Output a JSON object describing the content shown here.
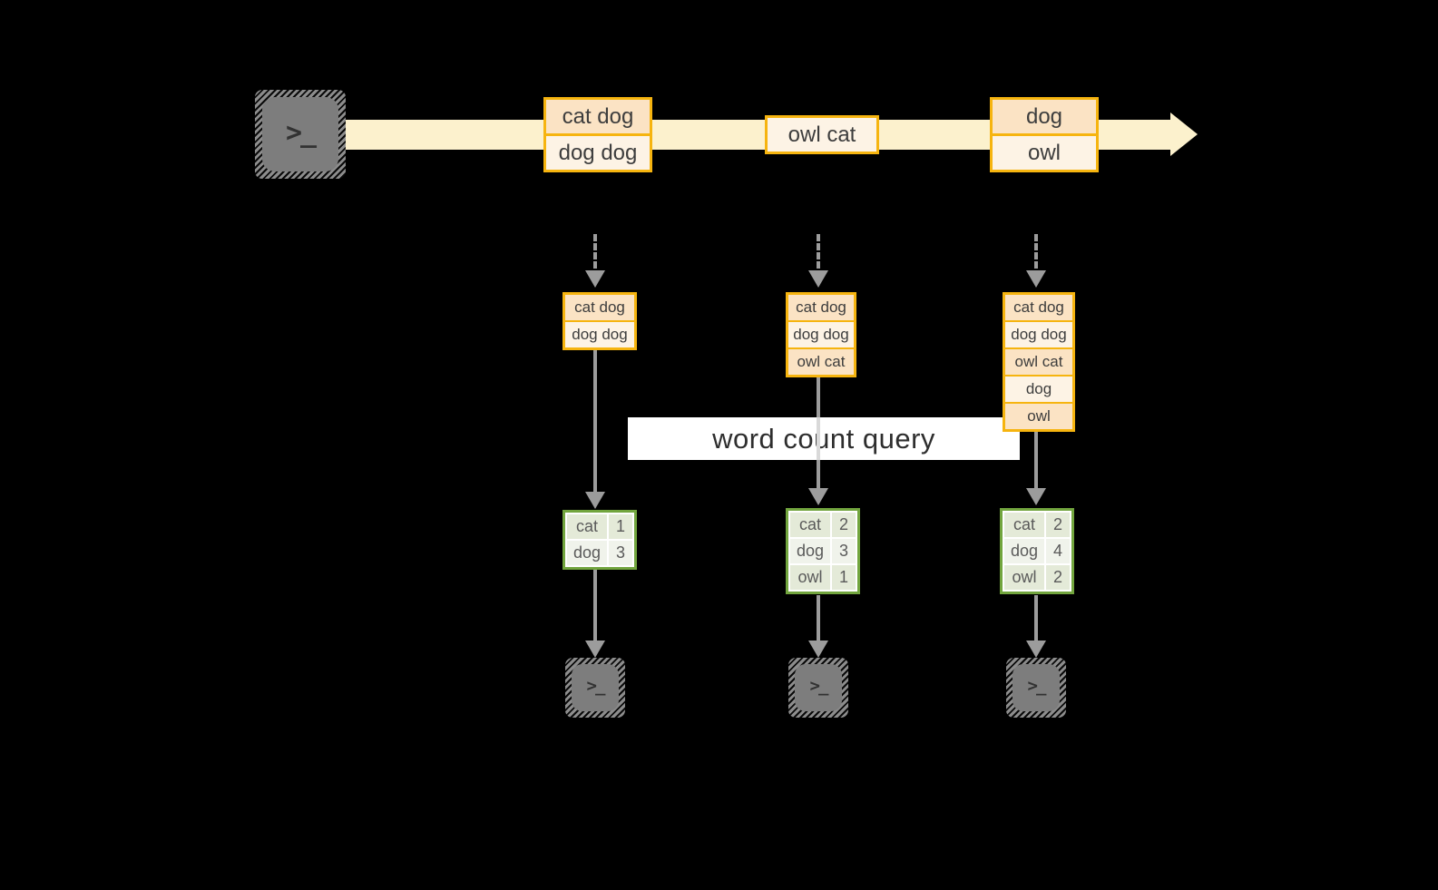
{
  "query_label": "word count query",
  "terminal_glyph": ">_",
  "stream_batches": [
    [
      "cat dog",
      "dog dog"
    ],
    [
      "owl cat"
    ],
    [
      "dog",
      "owl"
    ]
  ],
  "columns": [
    {
      "inputs": [
        "cat dog",
        "dog dog"
      ],
      "counts": [
        {
          "word": "cat",
          "n": "1"
        },
        {
          "word": "dog",
          "n": "3"
        }
      ]
    },
    {
      "inputs": [
        "cat dog",
        "dog dog",
        "owl cat"
      ],
      "counts": [
        {
          "word": "cat",
          "n": "2"
        },
        {
          "word": "dog",
          "n": "3"
        },
        {
          "word": "owl",
          "n": "1"
        }
      ]
    },
    {
      "inputs": [
        "cat dog",
        "dog dog",
        "owl cat",
        "dog",
        "owl"
      ],
      "counts": [
        {
          "word": "cat",
          "n": "2"
        },
        {
          "word": "dog",
          "n": "4"
        },
        {
          "word": "owl",
          "n": "2"
        }
      ]
    }
  ],
  "colors": {
    "background": "#000000",
    "stream_fill": "#FCF1CD",
    "box_border": "#F6B40F",
    "box_fill_dark": "#FBE3C4",
    "box_fill_light": "#FDF3E5",
    "table_border": "#72A53E",
    "table_fill_a": "#E4EAD8",
    "table_fill_b": "#F0F3EB",
    "arrow_gray": "#9C9C9C",
    "terminal_gray": "#7D7D7D",
    "query_band": "#FFFFFF",
    "text": "#3D3D3D"
  }
}
